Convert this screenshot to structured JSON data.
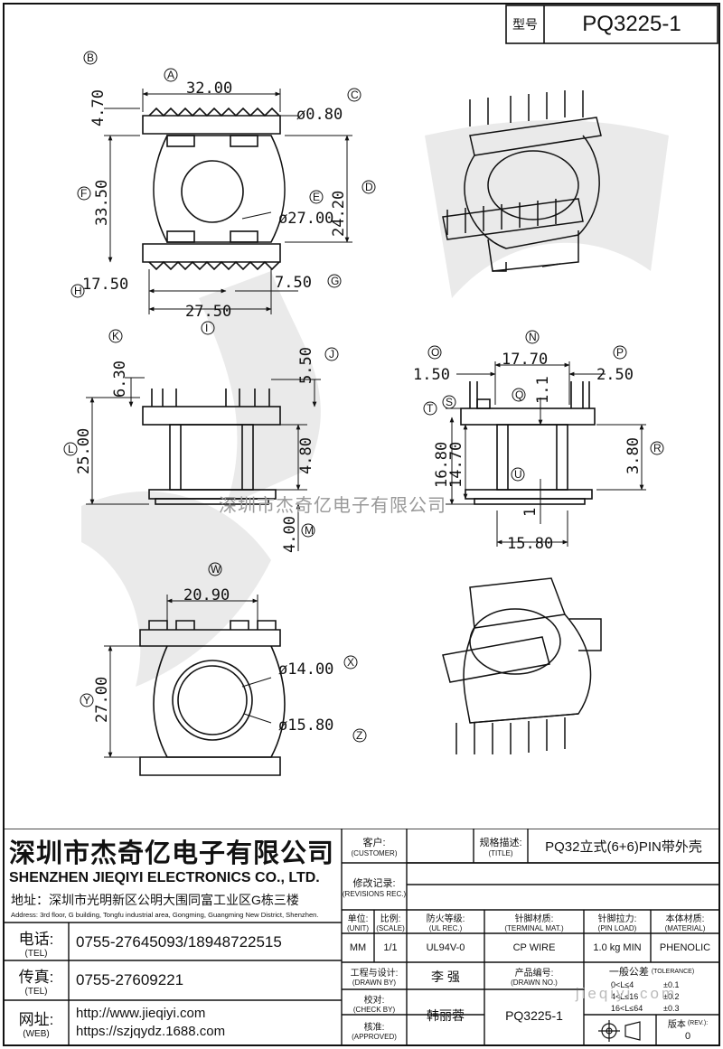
{
  "header": {
    "model_label": "型号",
    "model_value": "PQ3225-1"
  },
  "views": {
    "top": {
      "labels": [
        "A",
        "B",
        "C",
        "D",
        "E",
        "F",
        "G",
        "H",
        "I"
      ],
      "dims": {
        "A": "32.00",
        "B": "4.70",
        "C": "ø0.80",
        "D": "24.20",
        "E": "ø27.00",
        "F": "33.50",
        "G": "7.50",
        "H": "17.50",
        "I": "27.50"
      }
    },
    "side": {
      "labels": [
        "K",
        "J",
        "L",
        "M"
      ],
      "dims": {
        "K": "6.30",
        "J": "5.50",
        "L": "25.00",
        "M": "4.00",
        "mid": "4.80"
      }
    },
    "front": {
      "labels": [
        "O",
        "N",
        "P",
        "T",
        "S",
        "Q",
        "R",
        "U"
      ],
      "dims": {
        "O": "1.50",
        "N": "17.70",
        "P": "2.50",
        "T": "16.80",
        "S": "14.70",
        "Q": "1.1",
        "R": "3.80",
        "U": "1",
        "bottom": "15.80"
      }
    },
    "bottom": {
      "labels": [
        "W",
        "X",
        "Y",
        "Z"
      ],
      "dims": {
        "W": "20.90",
        "X": "ø14.00",
        "Y": "27.00",
        "Z": "ø15.80"
      }
    }
  },
  "watermark_center": "深圳市杰奇亿电子有限公司",
  "watermark_corner": "jieqiyi.com",
  "company": {
    "name_cn": "深圳市杰奇亿电子有限公司",
    "name_en": "SHENZHEN JIEQIYI ELECTRONICS CO., LTD.",
    "address_cn": "地址：深圳市光明新区公明大围同富工业区G栋三楼",
    "address_en": "Address: 3rd floor, G building, Tongfu industrial area, Gongming, Guangming New District, Shenzhen.",
    "tel_label": "电话:",
    "tel_sub": "(TEL)",
    "tel": "0755-27645093/18948722515",
    "fax_label": "传真:",
    "fax_sub": "(TEL)",
    "fax": "0755-27609221",
    "web_label": "网址:",
    "web_sub": "(WEB)",
    "web1": "http://www.jieqiyi.com",
    "web2": "https://szjqydz.1688.com"
  },
  "title_block": {
    "customer_label": "客户:",
    "customer_sub": "(CUSTOMER)",
    "customer": "",
    "title_label": "规格描述:",
    "title_sub": "(TITLE)",
    "title": "PQ32立式(6+6)PIN带外壳",
    "rev_label": "修改记录:",
    "rev_sub": "(REVISIONS REC.)",
    "unit_label": "单位:",
    "unit_sub": "(UNIT)",
    "unit": "MM",
    "scale_label": "比例:",
    "scale_sub": "(SCALE)",
    "scale": "1/1",
    "ul_label": "防火等级:",
    "ul_sub": "(UL REC.)",
    "ul": "UL94V-0",
    "terminal_label": "针脚材质:",
    "terminal_sub": "(TERMINAL MAT.)",
    "terminal": "CP WIRE",
    "pinload_label": "针脚拉力:",
    "pinload_sub": "(PIN LOAD)",
    "pinload": "1.0 kg MIN",
    "material_label": "本体材质:",
    "material_sub": "(MATERIAL)",
    "material": "PHENOLIC",
    "drawn_label": "工程与设计:",
    "drawn_sub": "(DRAWN BY)",
    "drawn": "李 强",
    "check_label": "校对:",
    "check_sub": "(CHECK BY)",
    "approved_label": "核准:",
    "approved_sub": "(APPROVED)",
    "approved": "韩丽蓉",
    "drawing_no_label": "产品编号:",
    "drawing_no_sub": "(DRAWN NO.)",
    "drawing_no": "PQ3225-1",
    "tolerance_label": "一般公差",
    "tolerance_sub": "(TOLERANCE)",
    "tolerances": [
      {
        "range": "0<L≤4",
        "value": "±0.1"
      },
      {
        "range": "4<L≤16",
        "value": "±0.2"
      },
      {
        "range": "16<L≤64",
        "value": "±0.3"
      }
    ],
    "version_label": "版本",
    "version_sub": "(REV.):",
    "version": "0"
  }
}
